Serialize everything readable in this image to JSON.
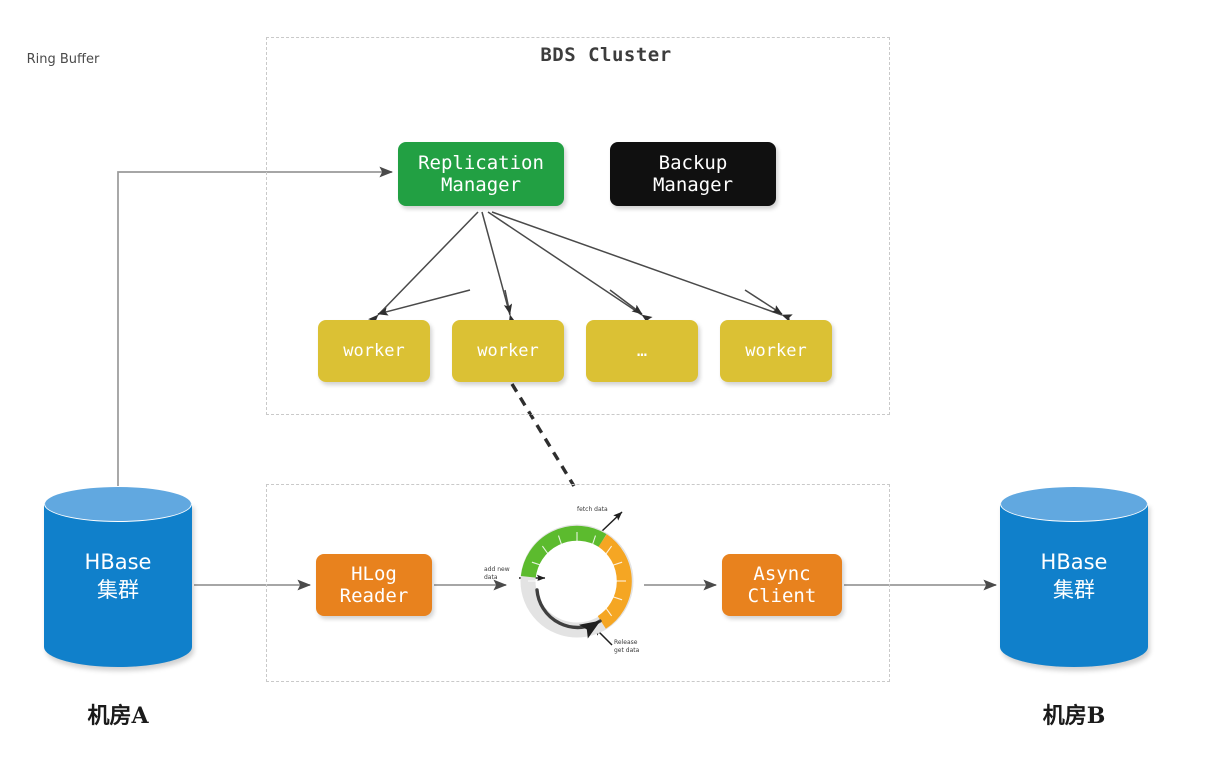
{
  "groups": {
    "bds_cluster": {
      "title": "BDS Cluster"
    },
    "pipeline": {
      "title": ""
    }
  },
  "nodes": {
    "replication_manager": {
      "label": "Replication\nManager",
      "color": "#22a043"
    },
    "backup_manager": {
      "label": "Backup\nManager",
      "color": "#101010"
    },
    "workers": [
      {
        "label": "worker",
        "color": "#dbc134"
      },
      {
        "label": "worker",
        "color": "#dbc134"
      },
      {
        "label": "…",
        "color": "#dbc134"
      },
      {
        "label": "worker",
        "color": "#dbc134"
      }
    ],
    "hlog_reader": {
      "label": "HLog\nReader",
      "color": "#e8821e"
    },
    "async_client": {
      "label": "Async\nClient",
      "color": "#e8821e"
    }
  },
  "ring_buffer": {
    "label": "Ring Buffer",
    "notes": {
      "fetch": "fetch data",
      "add": "add new\ndata",
      "release": "Release\nget data"
    },
    "colors": {
      "filled": "#5cbb2e",
      "pending": "#f5a623",
      "free": "#e3e3e3"
    }
  },
  "clusters": {
    "left": {
      "name": "HBase\n集群",
      "room": "机房A",
      "color": "#1080cb"
    },
    "right": {
      "name": "HBase\n集群",
      "room": "机房B",
      "color": "#1080cb"
    }
  }
}
